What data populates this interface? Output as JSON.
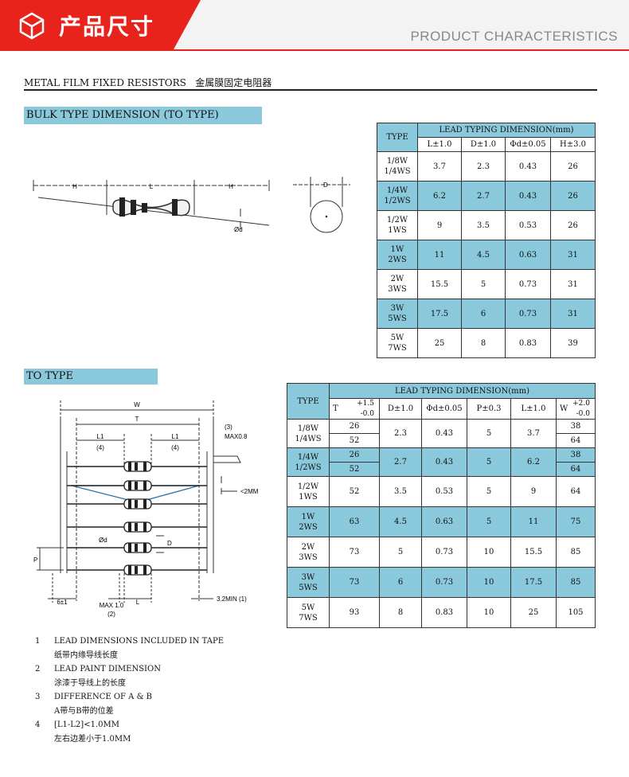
{
  "header": {
    "title": "产品尺寸",
    "subtitle": "PRODUCT CHARACTERISTICS",
    "icon": "cube-icon",
    "accent": "#e8231c"
  },
  "doc": {
    "title": "METAL FILM FIXED RESISTORS   金属膜固定电阻器",
    "band_color": "#8ac9dc"
  },
  "bulk": {
    "heading": "BULK TYPE  DIMENSION (TO  TYPE)",
    "table": {
      "type_header": "TYPE",
      "group_header": "LEAD TYPING DIMENSION(mm)",
      "columns": [
        "L±1.0",
        "D±1.0",
        "Φd±0.05",
        "H±3.0"
      ],
      "rows": [
        {
          "type1": "1/8W",
          "type2": "1/4WS",
          "vals": [
            "3.7",
            "2.3",
            "0.43",
            "26"
          ]
        },
        {
          "type1": "1/4W",
          "type2": "1/2WS",
          "vals": [
            "6.2",
            "2.7",
            "0.43",
            "26"
          ]
        },
        {
          "type1": "1/2W",
          "type2": "1WS",
          "vals": [
            "9",
            "3.5",
            "0.53",
            "26"
          ]
        },
        {
          "type1": "1W",
          "type2": "2WS",
          "vals": [
            "11",
            "4.5",
            "0.63",
            "31"
          ]
        },
        {
          "type1": "2W",
          "type2": "3WS",
          "vals": [
            "15.5",
            "5",
            "0.73",
            "31"
          ]
        },
        {
          "type1": "3W",
          "type2": "5WS",
          "vals": [
            "17.5",
            "6",
            "0.73",
            "31"
          ]
        },
        {
          "type1": "5W",
          "type2": "7WS",
          "vals": [
            "25",
            "8",
            "0.83",
            "39"
          ]
        }
      ]
    },
    "diagram": {
      "h": "H",
      "l": "L",
      "d": "D",
      "phid": "Ød"
    }
  },
  "to": {
    "heading": "TO  TYPE",
    "table": {
      "type_header": "TYPE",
      "group_header": "LEAD TYPING DIMENSION(mm)",
      "t_label": "T",
      "t_plus": "+1.5",
      "t_minus": "-0.0",
      "columns": [
        "D±1.0",
        "Φd±0.05",
        "P±0.3",
        "L±1.0"
      ],
      "w_label": "W",
      "w_plus": "+2.0",
      "w_minus": "-0.0",
      "rows": [
        {
          "type1": "1/8W",
          "type2": "1/4WS",
          "t": [
            "26",
            "52"
          ],
          "vals": [
            "2.3",
            "0.43",
            "5",
            "3.7"
          ],
          "w": [
            "38",
            "64"
          ]
        },
        {
          "type1": "1/4W",
          "type2": "1/2WS",
          "t": [
            "26",
            "52"
          ],
          "vals": [
            "2.7",
            "0.43",
            "5",
            "6.2"
          ],
          "w": [
            "38",
            "64"
          ]
        },
        {
          "type1": "1/2W",
          "type2": "1WS",
          "t": [
            "52"
          ],
          "vals": [
            "3.5",
            "0.53",
            "5",
            "9"
          ],
          "w": [
            "64"
          ]
        },
        {
          "type1": "1W",
          "type2": "2WS",
          "t": [
            "63"
          ],
          "vals": [
            "4.5",
            "0.63",
            "5",
            "11"
          ],
          "w": [
            "75"
          ]
        },
        {
          "type1": "2W",
          "type2": "3WS",
          "t": [
            "73"
          ],
          "vals": [
            "5",
            "0.73",
            "10",
            "15.5"
          ],
          "w": [
            "85"
          ]
        },
        {
          "type1": "3W",
          "type2": "5WS",
          "t": [
            "73"
          ],
          "vals": [
            "6",
            "0.73",
            "10",
            "17.5"
          ],
          "w": [
            "85"
          ]
        },
        {
          "type1": "5W",
          "type2": "7WS",
          "t": [
            "93"
          ],
          "vals": [
            "8",
            "0.83",
            "10",
            "25"
          ],
          "w": [
            "105"
          ]
        }
      ]
    },
    "diagram": {
      "w": "W",
      "t": "T",
      "l1": "L1",
      "l1_note": "(4)",
      "note3": "(3)",
      "max08": "MAX0.8",
      "lt2mm": "<2MM",
      "phid": "Ød",
      "d": "D",
      "p": "P",
      "six": "6±1",
      "max10": "MAX 1.0",
      "max10_note": "(2)",
      "l": "L",
      "min32": "3.2MIN (1)"
    }
  },
  "notes": [
    {
      "num": "1",
      "en": "LEAD DIMENSIONS INCLUDED IN TAPE",
      "cn": "纸带内缘导线长度"
    },
    {
      "num": "2",
      "en": "LEAD PAINT DIMENSION",
      "cn": "涂漆于导线上的长度"
    },
    {
      "num": "3",
      "en": "DIFFERENCE OF A & B",
      "cn": "A带与B带的位差"
    },
    {
      "num": "4",
      "en": "[L1-L2]<1.0MM",
      "cn": "左右边差小于1.0MM"
    }
  ]
}
